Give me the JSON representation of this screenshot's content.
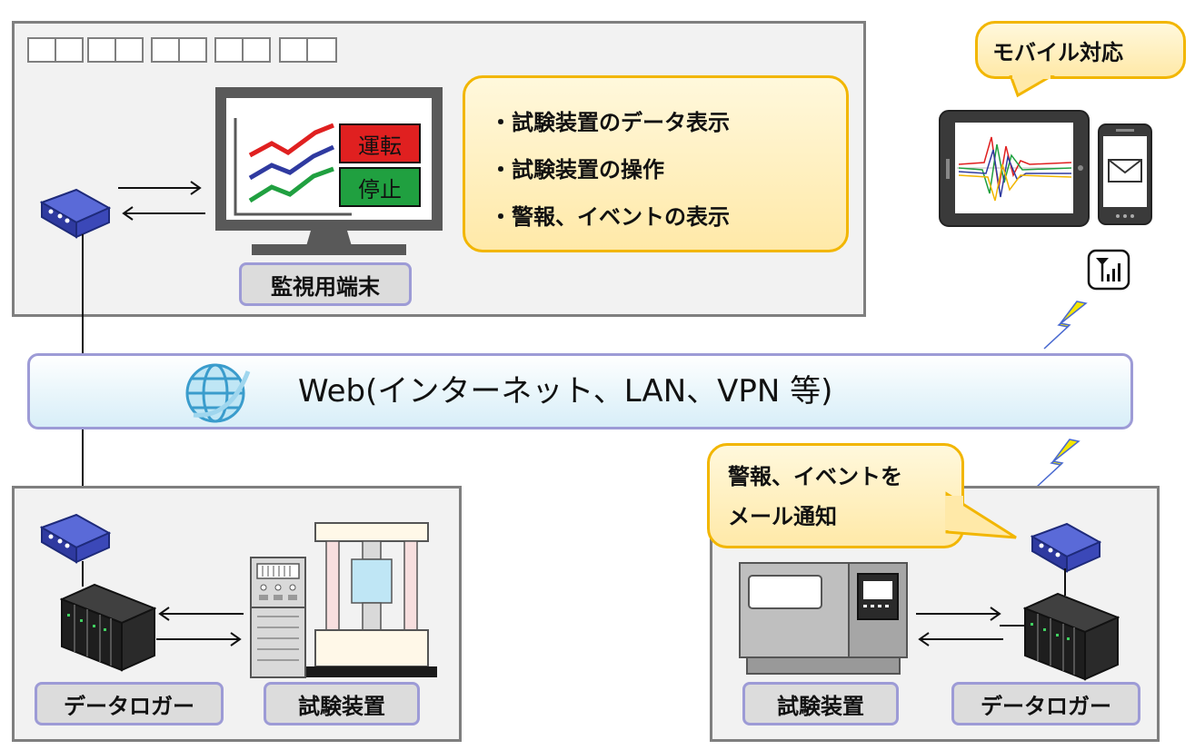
{
  "monitor": {
    "panel_title": "監視用端末",
    "screen_buttons": {
      "run": "運転",
      "stop": "停止"
    },
    "features": [
      "・試験装置のデータ表示",
      "・試験装置の操作",
      "・警報、イベントの表示"
    ]
  },
  "network": {
    "label": "Web(インターネット、LAN、VPN 等)"
  },
  "mobile": {
    "callout": "モバイル対応"
  },
  "site_left": {
    "logger_label": "データロガー",
    "device_label": "試験装置"
  },
  "site_right": {
    "callout_lines": [
      "警報、イベントを",
      "メール通知"
    ],
    "device_label": "試験装置",
    "logger_label": "データロガー"
  },
  "colors": {
    "panel_border": "#7f7f7f",
    "tag_border": "#9d9bd6",
    "callout_border": "#f2b600",
    "run": "#e02020",
    "stop": "#20a040"
  },
  "icons": [
    "router-icon",
    "monitor-icon",
    "globe-icon",
    "tablet-icon",
    "smartphone-icon",
    "signal-icon",
    "lightning-icon",
    "plc-icon",
    "control-cabinet-icon",
    "testing-machine-icon",
    "machine-tool-icon"
  ]
}
